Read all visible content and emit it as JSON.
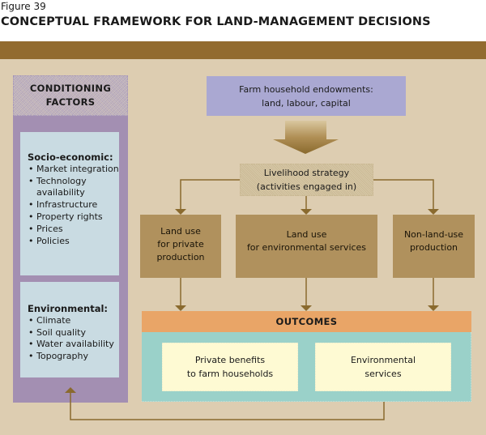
{
  "figure": {
    "label": "Figure 39",
    "title": "CONCEPTUAL FRAMEWORK FOR LAND-MANAGEMENT DECISIONS"
  },
  "colors": {
    "band": "#926b2f",
    "background": "#ddcdb1",
    "conditioning_panel": "#a38fb2",
    "factor_box": "#c9dbe2",
    "endowments": "#aaa8d2",
    "land_use_box": "#b0915d",
    "outcomes_header": "#e9a567",
    "outcomes_panel": "#9ad1c9",
    "outcome_box": "#fefad3",
    "connector": "#8a6a2e"
  },
  "conditioning": {
    "title_line1": "CONDITIONING",
    "title_line2": "FACTORS",
    "groups": [
      {
        "title": "Socio-economic:",
        "items": [
          "Market integration",
          "Technology availability",
          "Infrastructure",
          "Property rights",
          "Prices",
          "Policies"
        ]
      },
      {
        "title": "Environmental:",
        "items": [
          "Climate",
          "Soil quality",
          "Water availability",
          "Topography"
        ]
      }
    ]
  },
  "endowments": {
    "line1": "Farm household endowments:",
    "line2": "land, labour, capital"
  },
  "livelihood": {
    "line1": "Livelihood strategy",
    "line2": "(activities engaged in)"
  },
  "activities": [
    {
      "line1": "Land use",
      "line2": "for private",
      "line3": "production"
    },
    {
      "line1": "Land use",
      "line2": "for environmental services"
    },
    {
      "line1": "Non-land-use",
      "line2": "production"
    }
  ],
  "outcomes": {
    "title": "OUTCOMES",
    "items": [
      {
        "line1": "Private benefits",
        "line2": "to farm households"
      },
      {
        "line1": "Environmental",
        "line2": "services"
      }
    ]
  },
  "flows": [
    {
      "from": "endowments",
      "to": "livelihood"
    },
    {
      "from": "livelihood",
      "to": "land-use-private"
    },
    {
      "from": "livelihood",
      "to": "land-use-environmental"
    },
    {
      "from": "livelihood",
      "to": "non-land-use"
    },
    {
      "from": "land-use-private",
      "to": "outcomes"
    },
    {
      "from": "land-use-environmental",
      "to": "outcomes"
    },
    {
      "from": "non-land-use",
      "to": "outcomes"
    },
    {
      "from": "environmental-services",
      "to": "conditioning-factors"
    }
  ]
}
